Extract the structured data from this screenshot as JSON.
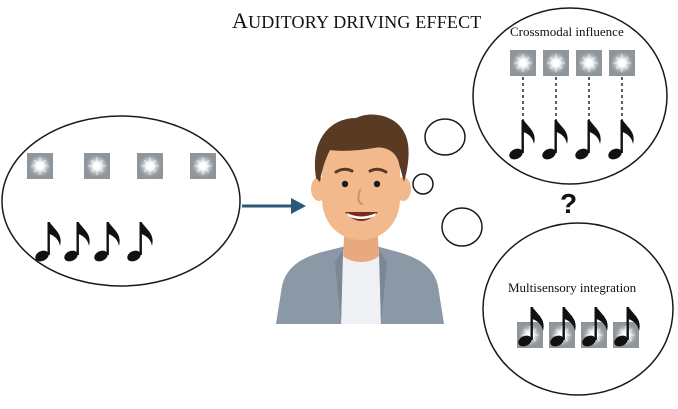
{
  "title": "Auditory driving effect",
  "title_first_letter": "A",
  "title_rest": "UDITORY DRIVING EFFECT",
  "panels": {
    "top_right_label": "Crossmodal influence",
    "bottom_right_label": "Multisensory integration"
  },
  "question_mark": "?",
  "icons": {
    "flash": "flash-stimulus-icon",
    "note": "eighth-note-icon",
    "arrow": "right-arrow-icon",
    "person": "smiling-person-illustration"
  },
  "colors": {
    "flash_square": "#8e969c",
    "arrow": "#2b5879",
    "hair": "#5a3a23",
    "skin": "#f2b98d",
    "jacket": "#8b99a6",
    "shirt": "#eef0f4",
    "outline": "#1a1a1a"
  }
}
